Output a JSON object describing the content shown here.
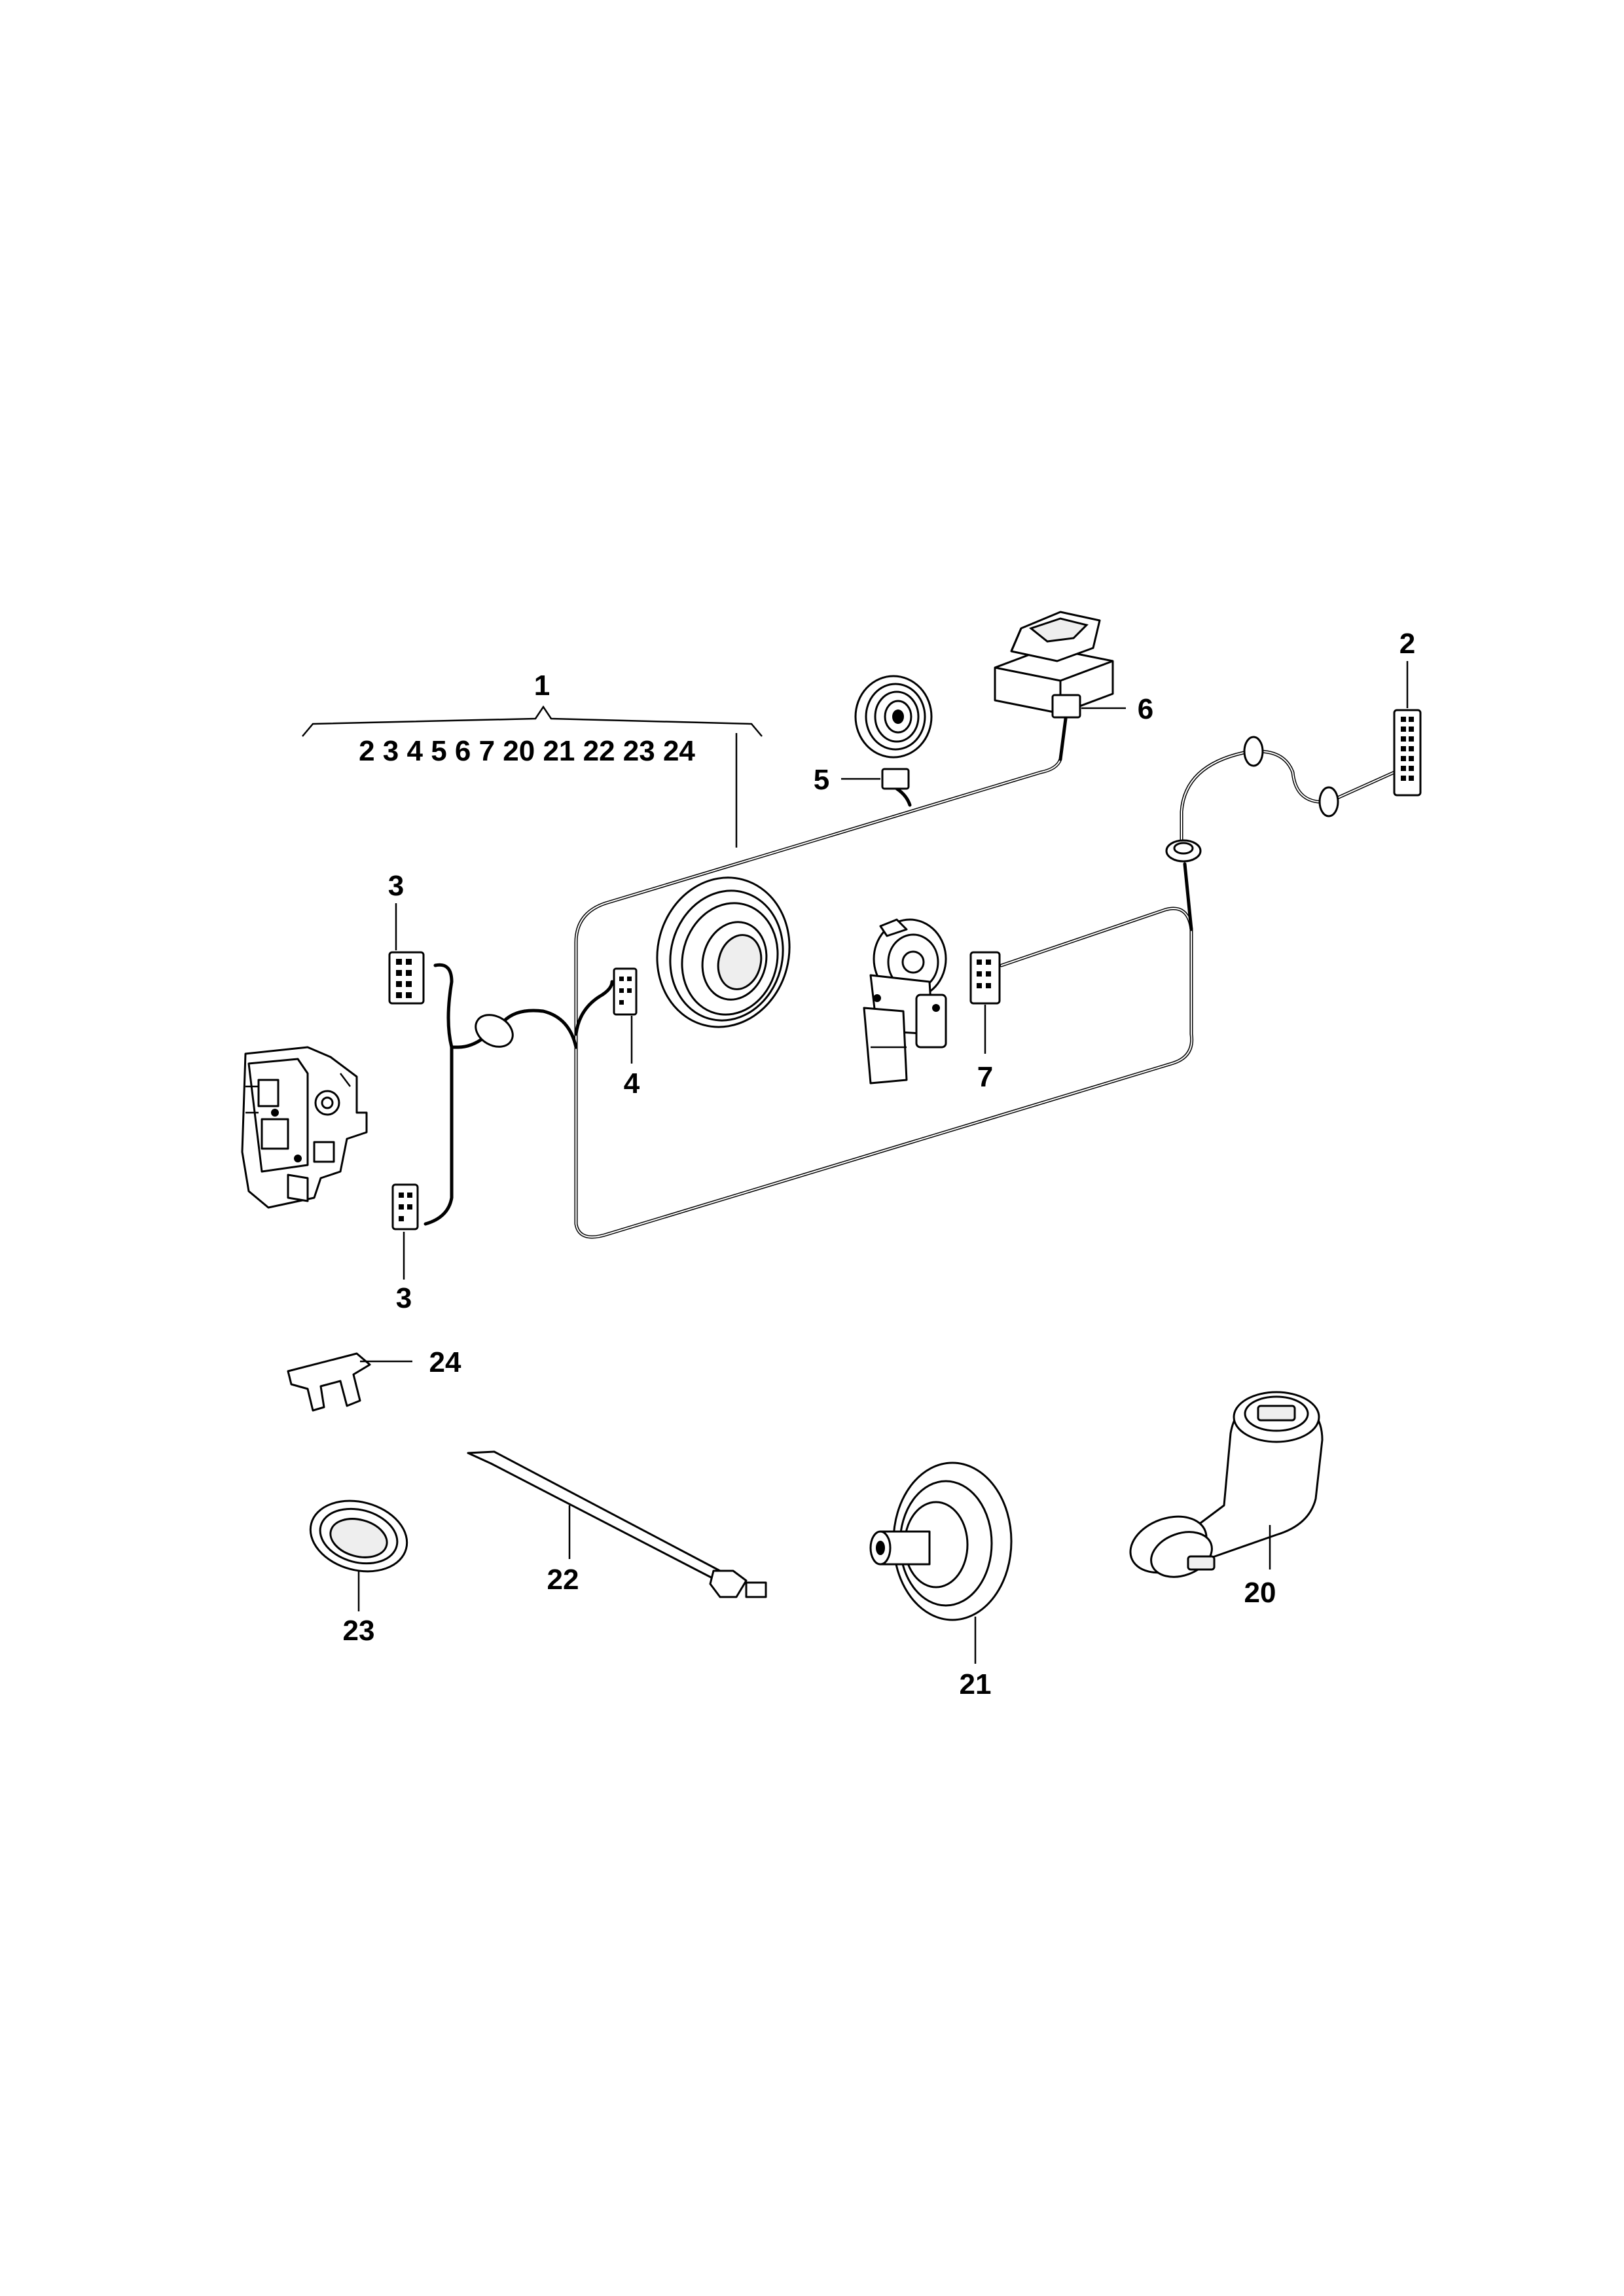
{
  "diagram": {
    "assembly_number": "1",
    "assembly_contents": "2 3 4 5 6 7 20 21 22 23 24",
    "callouts": {
      "c2": "2",
      "c3a": "3",
      "c3b": "3",
      "c4": "4",
      "c5": "5",
      "c6": "6",
      "c7": "7",
      "c20": "20",
      "c21": "21",
      "c22": "22",
      "c23": "23",
      "c24": "24"
    }
  }
}
